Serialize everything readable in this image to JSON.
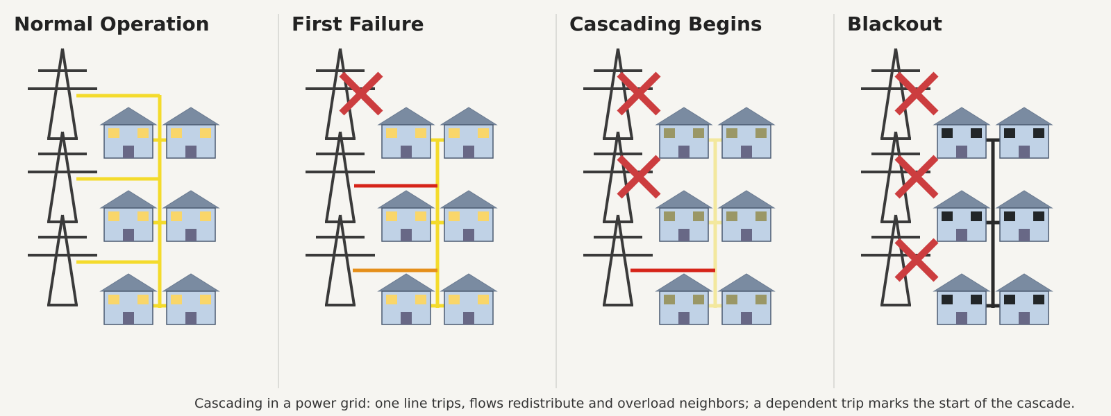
{
  "panels": [
    {
      "title": "Normal Operation",
      "state": "normal"
    },
    {
      "title": "First Failure",
      "state": "first-failure"
    },
    {
      "title": "Cascading Begins",
      "state": "cascading"
    },
    {
      "title": "Blackout",
      "state": "blackout"
    }
  ],
  "caption": "Cascading in a power grid: one line trips, flows redistribute and overload neighbors; a dependent trip marks the start of the cascade.",
  "colors": {
    "background": "#f6f5f1",
    "tower": "#3a3a3a",
    "line_normal": "#f4db2c",
    "line_dim": "#f3e89e",
    "line_dead": "#2a2a2a",
    "line_tripped": "#d62419",
    "line_overloaded": "#e58f1a",
    "failure_x": "#cc3d3f",
    "house_wall": "#c0d2e6",
    "house_roof": "#7a8ba1",
    "house_door": "#686886",
    "window_lit": "#f9d66a",
    "window_dim": "#9a9766",
    "window_dark": "#222628"
  }
}
